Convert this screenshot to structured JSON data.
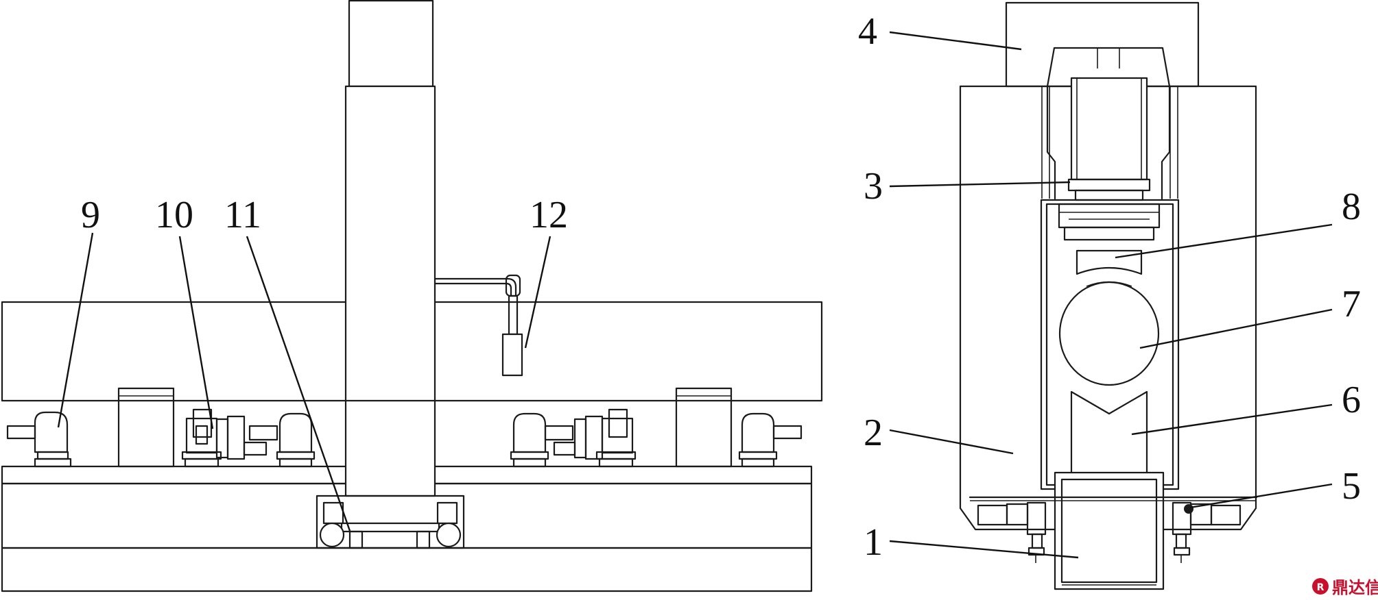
{
  "callouts": {
    "n1": "1",
    "n2": "2",
    "n3": "3",
    "n4": "4",
    "n5": "5",
    "n6": "6",
    "n7": "7",
    "n8": "8",
    "n9": "9",
    "n10": "10",
    "n11": "11",
    "n12": "12"
  },
  "watermark": {
    "text": "鼎达信",
    "color": "#c8102e"
  },
  "colors": {
    "line": "#1a1a1a",
    "background": "#ffffff"
  }
}
